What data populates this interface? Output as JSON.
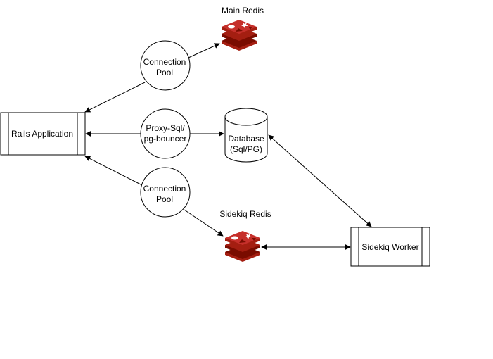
{
  "diagram": {
    "nodes": {
      "rails_app": {
        "label": "Rails Application"
      },
      "main_redis": {
        "label": "Main Redis",
        "icon": "redis-icon"
      },
      "pool_top": {
        "label_lines": [
          "Connection",
          "Pool"
        ]
      },
      "proxy": {
        "label_lines": [
          "Proxy-Sql/",
          "pg-bouncer"
        ]
      },
      "database": {
        "label_lines": [
          "Database",
          "(Sql/PG)"
        ]
      },
      "pool_bottom": {
        "label_lines": [
          "Connection",
          "Pool"
        ]
      },
      "sidekiq_redis": {
        "label": "Sidekiq Redis",
        "icon": "redis-icon"
      },
      "sidekiq_worker": {
        "label": "Sidekiq Worker"
      }
    },
    "colors": {
      "stroke": "#000000",
      "redis_red": "#c6302b",
      "redis_dark": "#a41e11",
      "redis_shadow": "#7a0c00"
    }
  }
}
